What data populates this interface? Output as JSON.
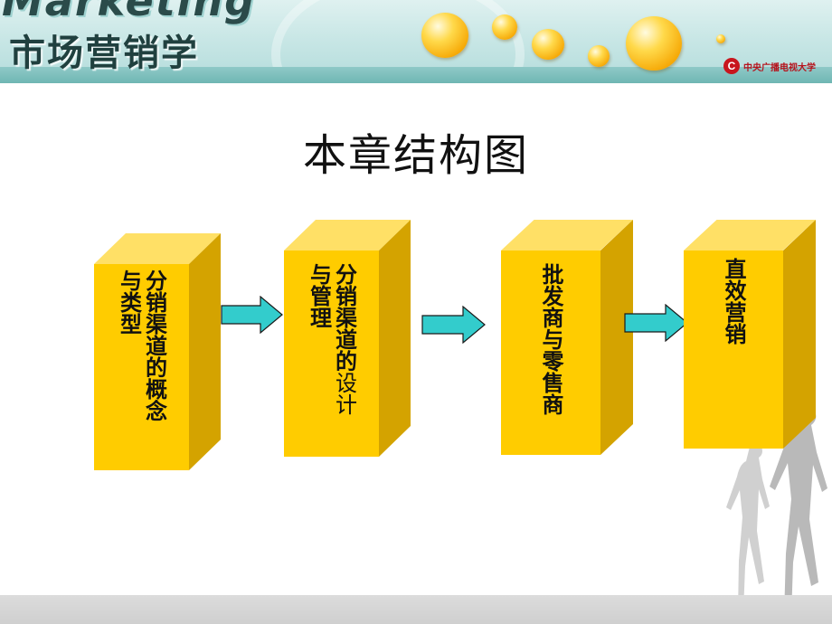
{
  "header": {
    "brand_en": "Marketing",
    "brand_cn": "市场营销学",
    "university_logo": "C",
    "university_name": "中央广播电视大学"
  },
  "title": "本章结构图",
  "boxes": [
    {
      "col1": "分销渠道的概念",
      "col2": "与类型"
    },
    {
      "col1_bold": "分销渠道的",
      "col1_thin": "设计",
      "col2": "与管理"
    },
    {
      "col1": "批发商与零售商"
    },
    {
      "col1": "直效营销"
    }
  ],
  "colors": {
    "box_front": "#ffcc00",
    "box_top": "#ffe066",
    "box_side": "#d4a300",
    "arrow": "#33cccc",
    "header_bg": "#c9e7e6",
    "brand_text": "#20403f"
  },
  "icons": [
    "bubble-icon",
    "university-logo-icon",
    "silhouette-figures-icon"
  ]
}
